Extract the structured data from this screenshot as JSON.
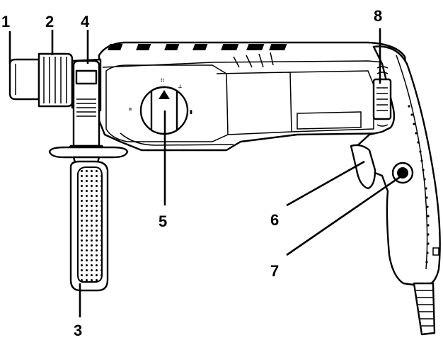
{
  "callouts": [
    {
      "id": "1",
      "label": "1"
    },
    {
      "id": "2",
      "label": "2"
    },
    {
      "id": "3",
      "label": "3"
    },
    {
      "id": "4",
      "label": "4"
    },
    {
      "id": "5",
      "label": "5"
    },
    {
      "id": "6",
      "label": "6"
    },
    {
      "id": "7",
      "label": "7"
    },
    {
      "id": "8",
      "label": "8"
    }
  ],
  "dial": {
    "icons": [
      "drill-mode-icon",
      "hammer-drill-mode-icon",
      "chisel-mode-icon",
      "chisel-adjust-icon"
    ]
  },
  "colors": {
    "line": "#000000",
    "background": "#ffffff",
    "body": "#ffffff"
  }
}
